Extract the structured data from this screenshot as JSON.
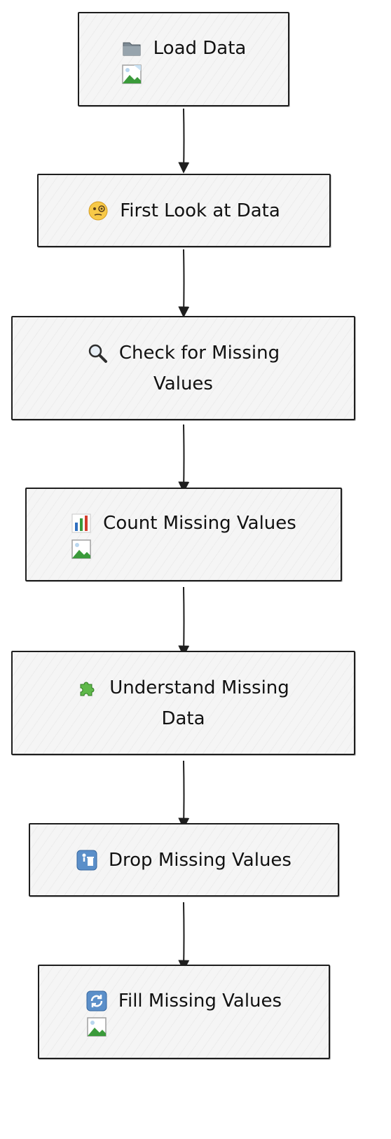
{
  "nodes": [
    {
      "label": "Load Data",
      "icon": "folder-icon",
      "broken_image": true
    },
    {
      "label": "First Look at Data",
      "icon": "monocle-face-icon",
      "broken_image": false
    },
    {
      "label": "Check for Missing Values",
      "label_line1": "Check for Missing",
      "label_line2": "Values",
      "icon": "magnifier-icon",
      "broken_image": false
    },
    {
      "label": "Count Missing Values",
      "icon": "bar-chart-icon",
      "broken_image": true
    },
    {
      "label": "Understand Missing Data",
      "label_line1": "Understand Missing",
      "label_line2": "Data",
      "icon": "puzzle-icon",
      "broken_image": false
    },
    {
      "label": "Drop Missing Values",
      "icon": "trash-icon",
      "broken_image": false
    },
    {
      "label": "Fill Missing Values",
      "icon": "refresh-icon",
      "broken_image": true
    }
  ],
  "colors": {
    "stroke": "#1e1e1e",
    "node_fill": "#f5f5f5",
    "text": "#111111"
  }
}
